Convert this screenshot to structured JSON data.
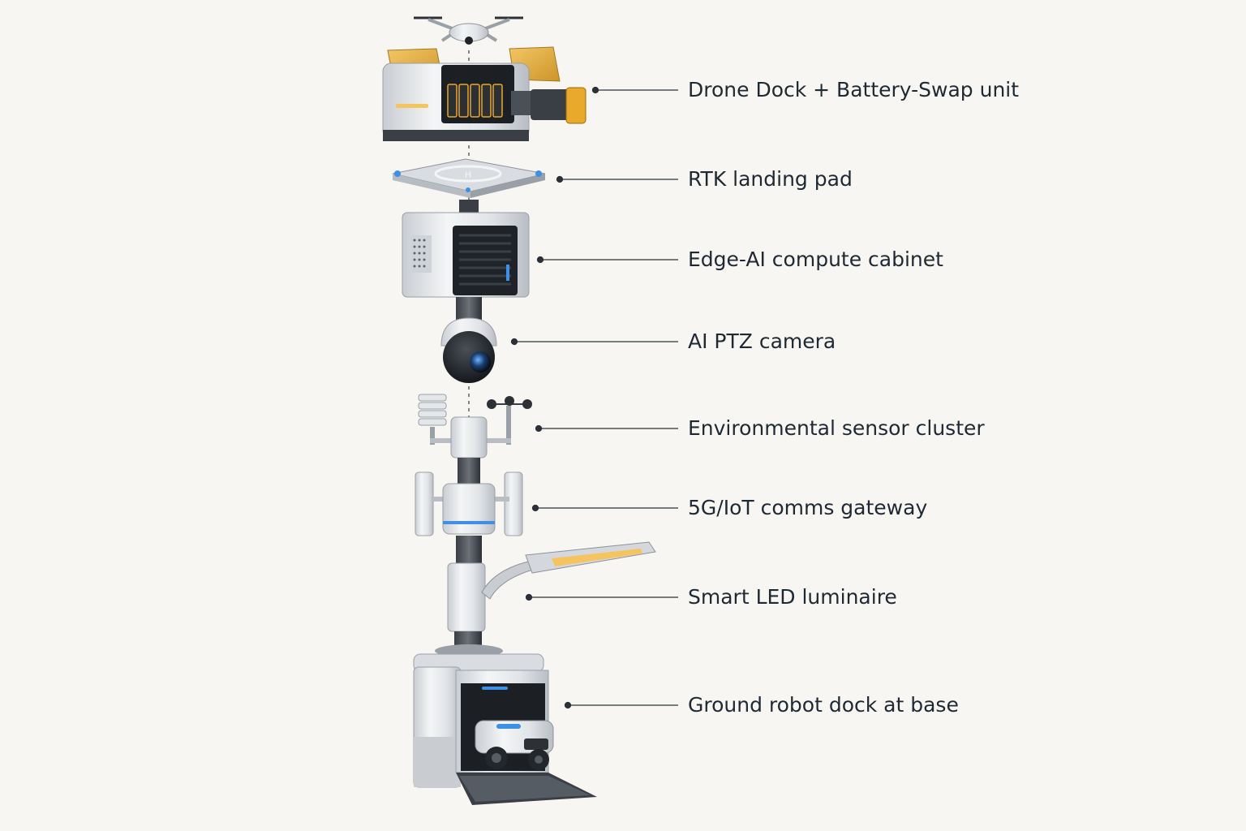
{
  "components": [
    {
      "id": "drone-dock",
      "label": "Drone Dock + Battery-Swap unit"
    },
    {
      "id": "rtk-pad",
      "label": "RTK landing pad"
    },
    {
      "id": "edge-ai",
      "label": "Edge-AI compute cabinet"
    },
    {
      "id": "ptz-camera",
      "label": "AI PTZ camera"
    },
    {
      "id": "env-sensors",
      "label": "Environmental sensor cluster"
    },
    {
      "id": "comms-gateway",
      "label": "5G/IoT comms gateway"
    },
    {
      "id": "led-luminaire",
      "label": "Smart LED luminaire"
    },
    {
      "id": "robot-dock",
      "label": "Ground robot dock at base"
    }
  ],
  "colors": {
    "accent_yellow": "#e9a92a",
    "glow_blue": "#3f8fe6",
    "metal": "#e4e7ea",
    "dark": "#23272c",
    "leader": "#2b3138",
    "label_text": "#1f2933",
    "background": "#f7f6f2"
  }
}
